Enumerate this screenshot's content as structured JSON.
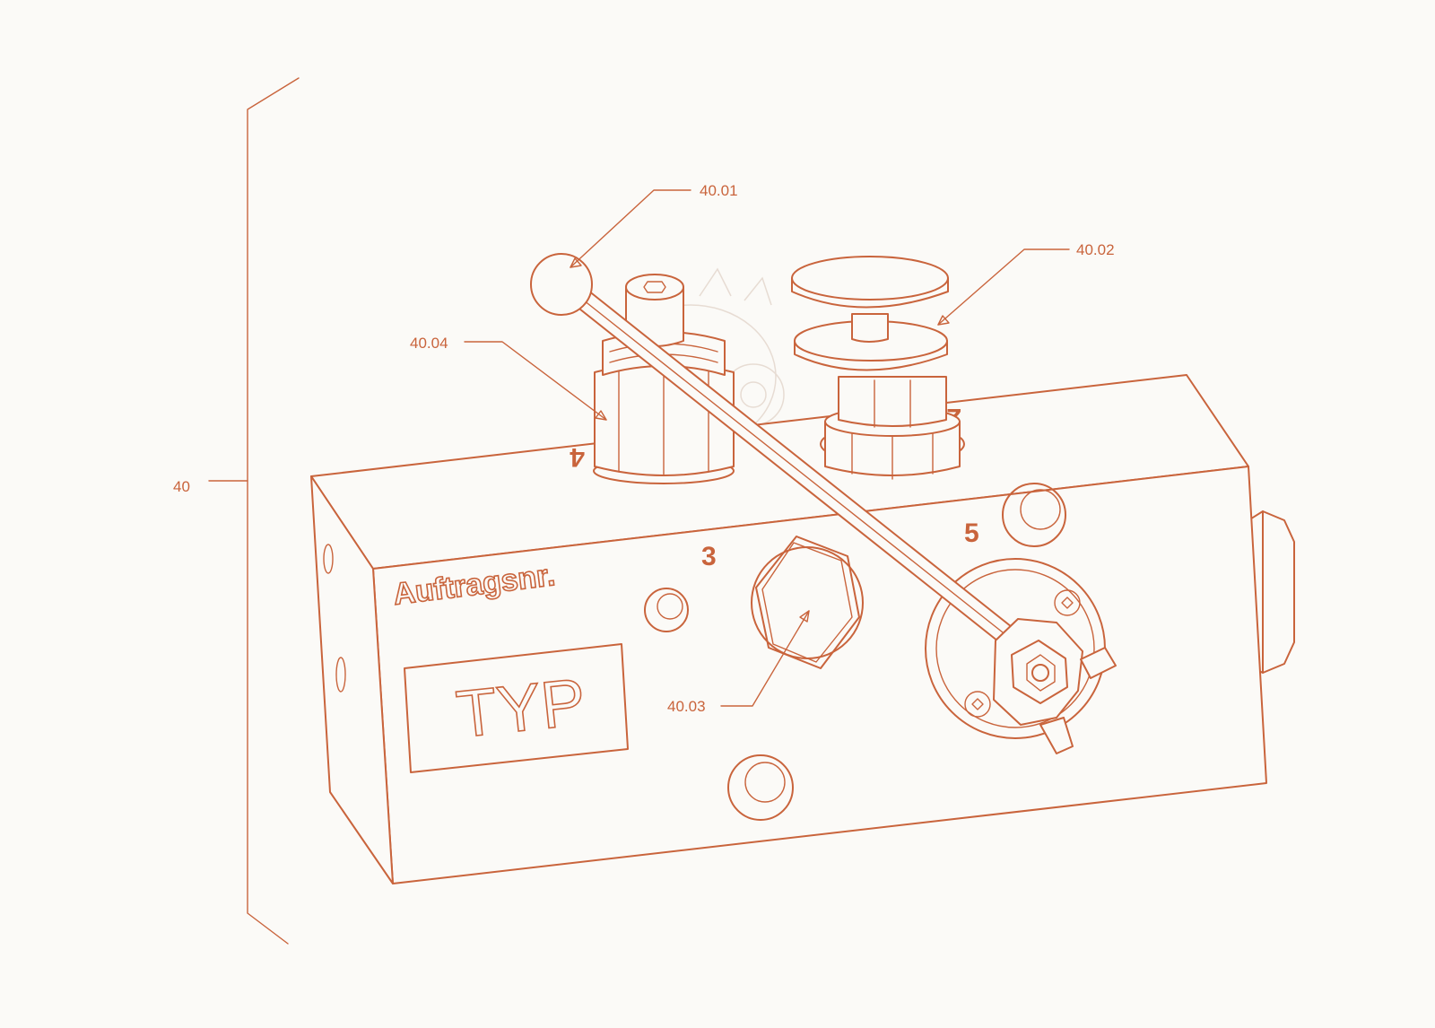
{
  "colors": {
    "line": "#c9643c",
    "background": "#fbfaf7",
    "ghost": "#e7dcd3"
  },
  "assembly": {
    "label": "40"
  },
  "callouts": [
    {
      "id": "c1",
      "label": "40.01"
    },
    {
      "id": "c2",
      "label": "40.02"
    },
    {
      "id": "c3",
      "label": "40.03"
    },
    {
      "id": "c4",
      "label": "40.04"
    }
  ],
  "block": {
    "order_label": "Auftragsnr.",
    "type_label": "TYP",
    "ports": {
      "p3": "3",
      "p5": "5",
      "p2": "2",
      "p4": "4"
    }
  },
  "watermark": {
    "description_icon": "dragon-mascot-icon"
  }
}
